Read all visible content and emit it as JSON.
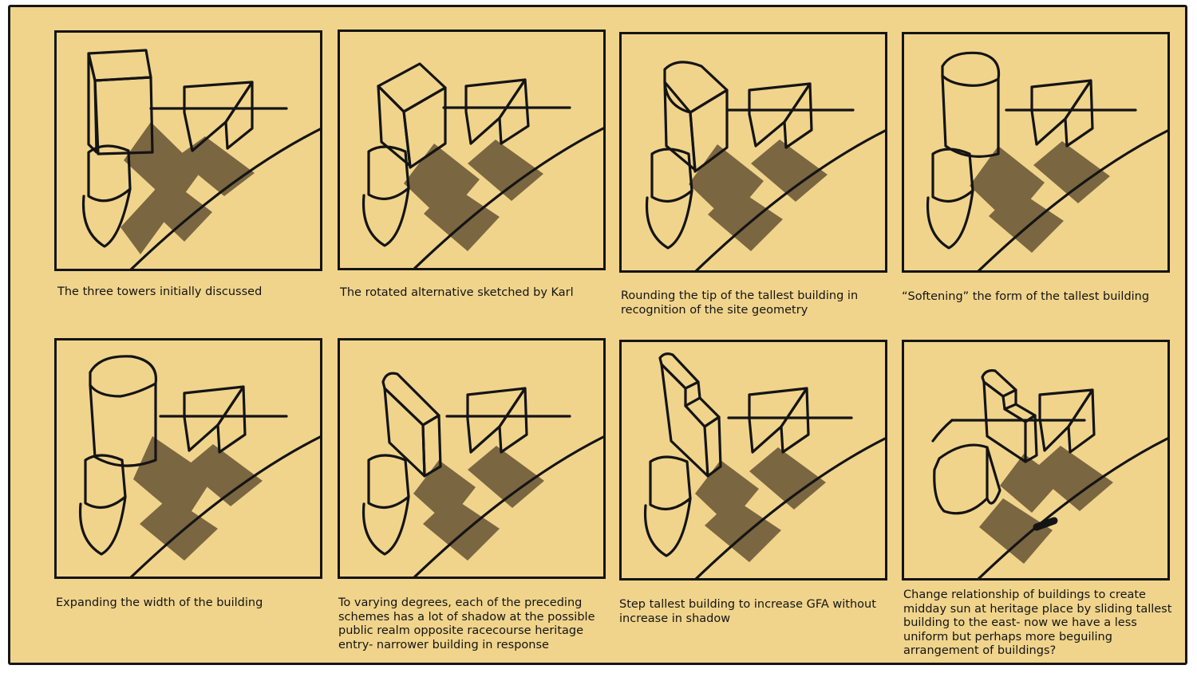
{
  "panels": [
    {
      "caption": "The three towers initially discussed",
      "variant": "original"
    },
    {
      "caption": "The rotated alternative sketched by Karl",
      "variant": "rotated"
    },
    {
      "caption": "Rounding the tip of the tallest building in recognition of the site geometry",
      "variant": "rounded-tip"
    },
    {
      "caption": "“Softening” the form of the tallest building",
      "variant": "softened"
    },
    {
      "caption": "Expanding the width of the building",
      "variant": "expanded"
    },
    {
      "caption": "To varying degrees, each of the preceding schemes has a lot of shadow at the possible public realm opposite racecourse heritage entry- narrower building in response",
      "variant": "narrow"
    },
    {
      "caption": "Step tallest building to increase GFA without increase in shadow",
      "variant": "stepped"
    },
    {
      "caption": "Change relationship of buildings to create midday sun at heritage place by sliding tallest building to the east- now we have a less uniform but perhaps more beguiling arrangement of buildings?",
      "variant": "slid-east"
    }
  ],
  "colors": {
    "paper": "#f0d48c",
    "ink": "#141414",
    "shadow": "#7a6640"
  }
}
